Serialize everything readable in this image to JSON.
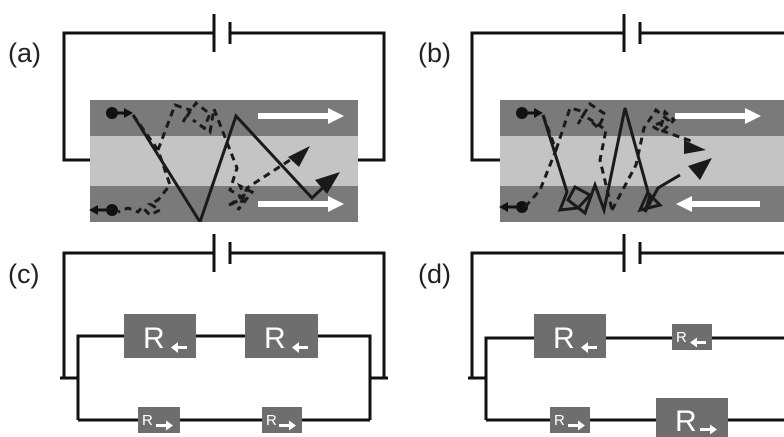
{
  "panels": {
    "a": {
      "label": "(a)"
    },
    "b": {
      "label": "(b)"
    },
    "c": {
      "label": "(c)",
      "resistors": [
        {
          "letter": "R",
          "arrow": "left"
        },
        {
          "letter": "R",
          "arrow": "left"
        },
        {
          "letter": "R",
          "arrow": "right"
        },
        {
          "letter": "R",
          "arrow": "right"
        }
      ]
    },
    "d": {
      "label": "(d)",
      "resistors": [
        {
          "letter": "R",
          "arrow": "left"
        },
        {
          "letter": "R",
          "arrow": "left"
        },
        {
          "letter": "R",
          "arrow": "right"
        },
        {
          "letter": "R",
          "arrow": "right"
        }
      ]
    }
  },
  "colors": {
    "wire": "#111111",
    "outer_layer": "#7a7a7a",
    "middle_layer": "#c4c4c4",
    "resistor": "#6e6e6e",
    "path": "#1a1a1a",
    "arrow_fill": "#ffffff"
  }
}
